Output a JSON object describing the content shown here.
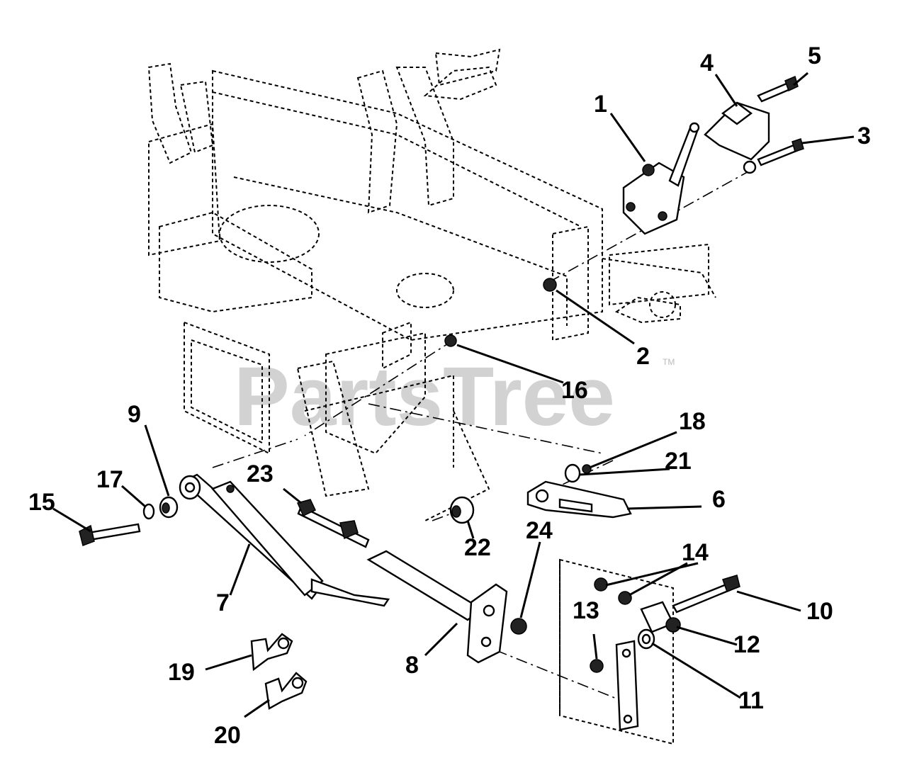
{
  "watermark": {
    "text": "PartsTree",
    "tm": "TM"
  },
  "callouts": [
    {
      "id": "1",
      "text": "1"
    },
    {
      "id": "2",
      "text": "2"
    },
    {
      "id": "3",
      "text": "3"
    },
    {
      "id": "4",
      "text": "4"
    },
    {
      "id": "5",
      "text": "5"
    },
    {
      "id": "6",
      "text": "6"
    },
    {
      "id": "7",
      "text": "7"
    },
    {
      "id": "8",
      "text": "8"
    },
    {
      "id": "9",
      "text": "9"
    },
    {
      "id": "10",
      "text": "10"
    },
    {
      "id": "11",
      "text": "11"
    },
    {
      "id": "12",
      "text": "12"
    },
    {
      "id": "13",
      "text": "13"
    },
    {
      "id": "14",
      "text": "14"
    },
    {
      "id": "15",
      "text": "15"
    },
    {
      "id": "16",
      "text": "16"
    },
    {
      "id": "17",
      "text": "17"
    },
    {
      "id": "18",
      "text": "18"
    },
    {
      "id": "19",
      "text": "19"
    },
    {
      "id": "20",
      "text": "20"
    },
    {
      "id": "21",
      "text": "21"
    },
    {
      "id": "22",
      "text": "22"
    },
    {
      "id": "23",
      "text": "23"
    },
    {
      "id": "24",
      "text": "24"
    }
  ]
}
